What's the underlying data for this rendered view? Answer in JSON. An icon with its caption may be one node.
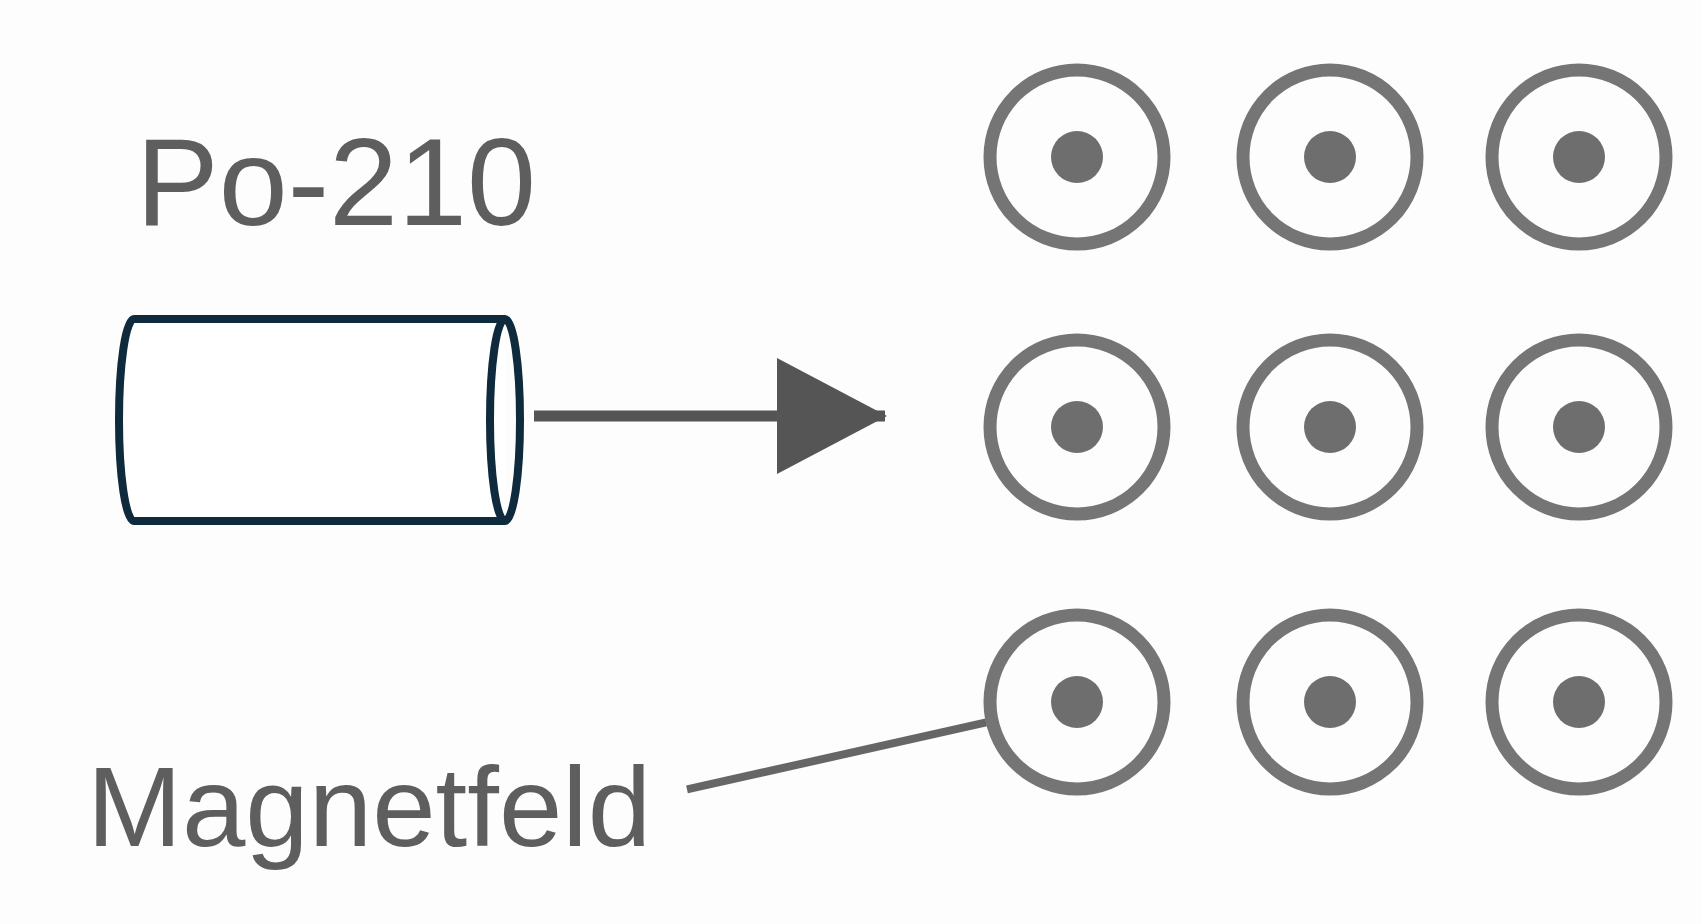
{
  "diagram": {
    "nodes": [
      {
        "text": [
          "Po-210"
        ]
      },
      {
        "text": [
          "Magnetfeld"
        ]
      },
      {
        "text": [],
        "shape": "circle"
      },
      {
        "text": [],
        "shape": "circle"
      },
      {
        "text": [],
        "shape": "circle"
      },
      {
        "text": [],
        "shape": "circle"
      },
      {
        "text": [],
        "shape": "circle"
      },
      {
        "text": [],
        "shape": "circle"
      },
      {
        "text": [],
        "shape": "circle"
      },
      {
        "text": [],
        "shape": "circle"
      },
      {
        "text": [],
        "shape": "circle"
      }
    ],
    "edges": [
      {
        "from": 0,
        "to": null,
        "arrow": "to"
      },
      {
        "from": 1,
        "to": 8,
        "arrow": "none"
      }
    ]
  }
}
